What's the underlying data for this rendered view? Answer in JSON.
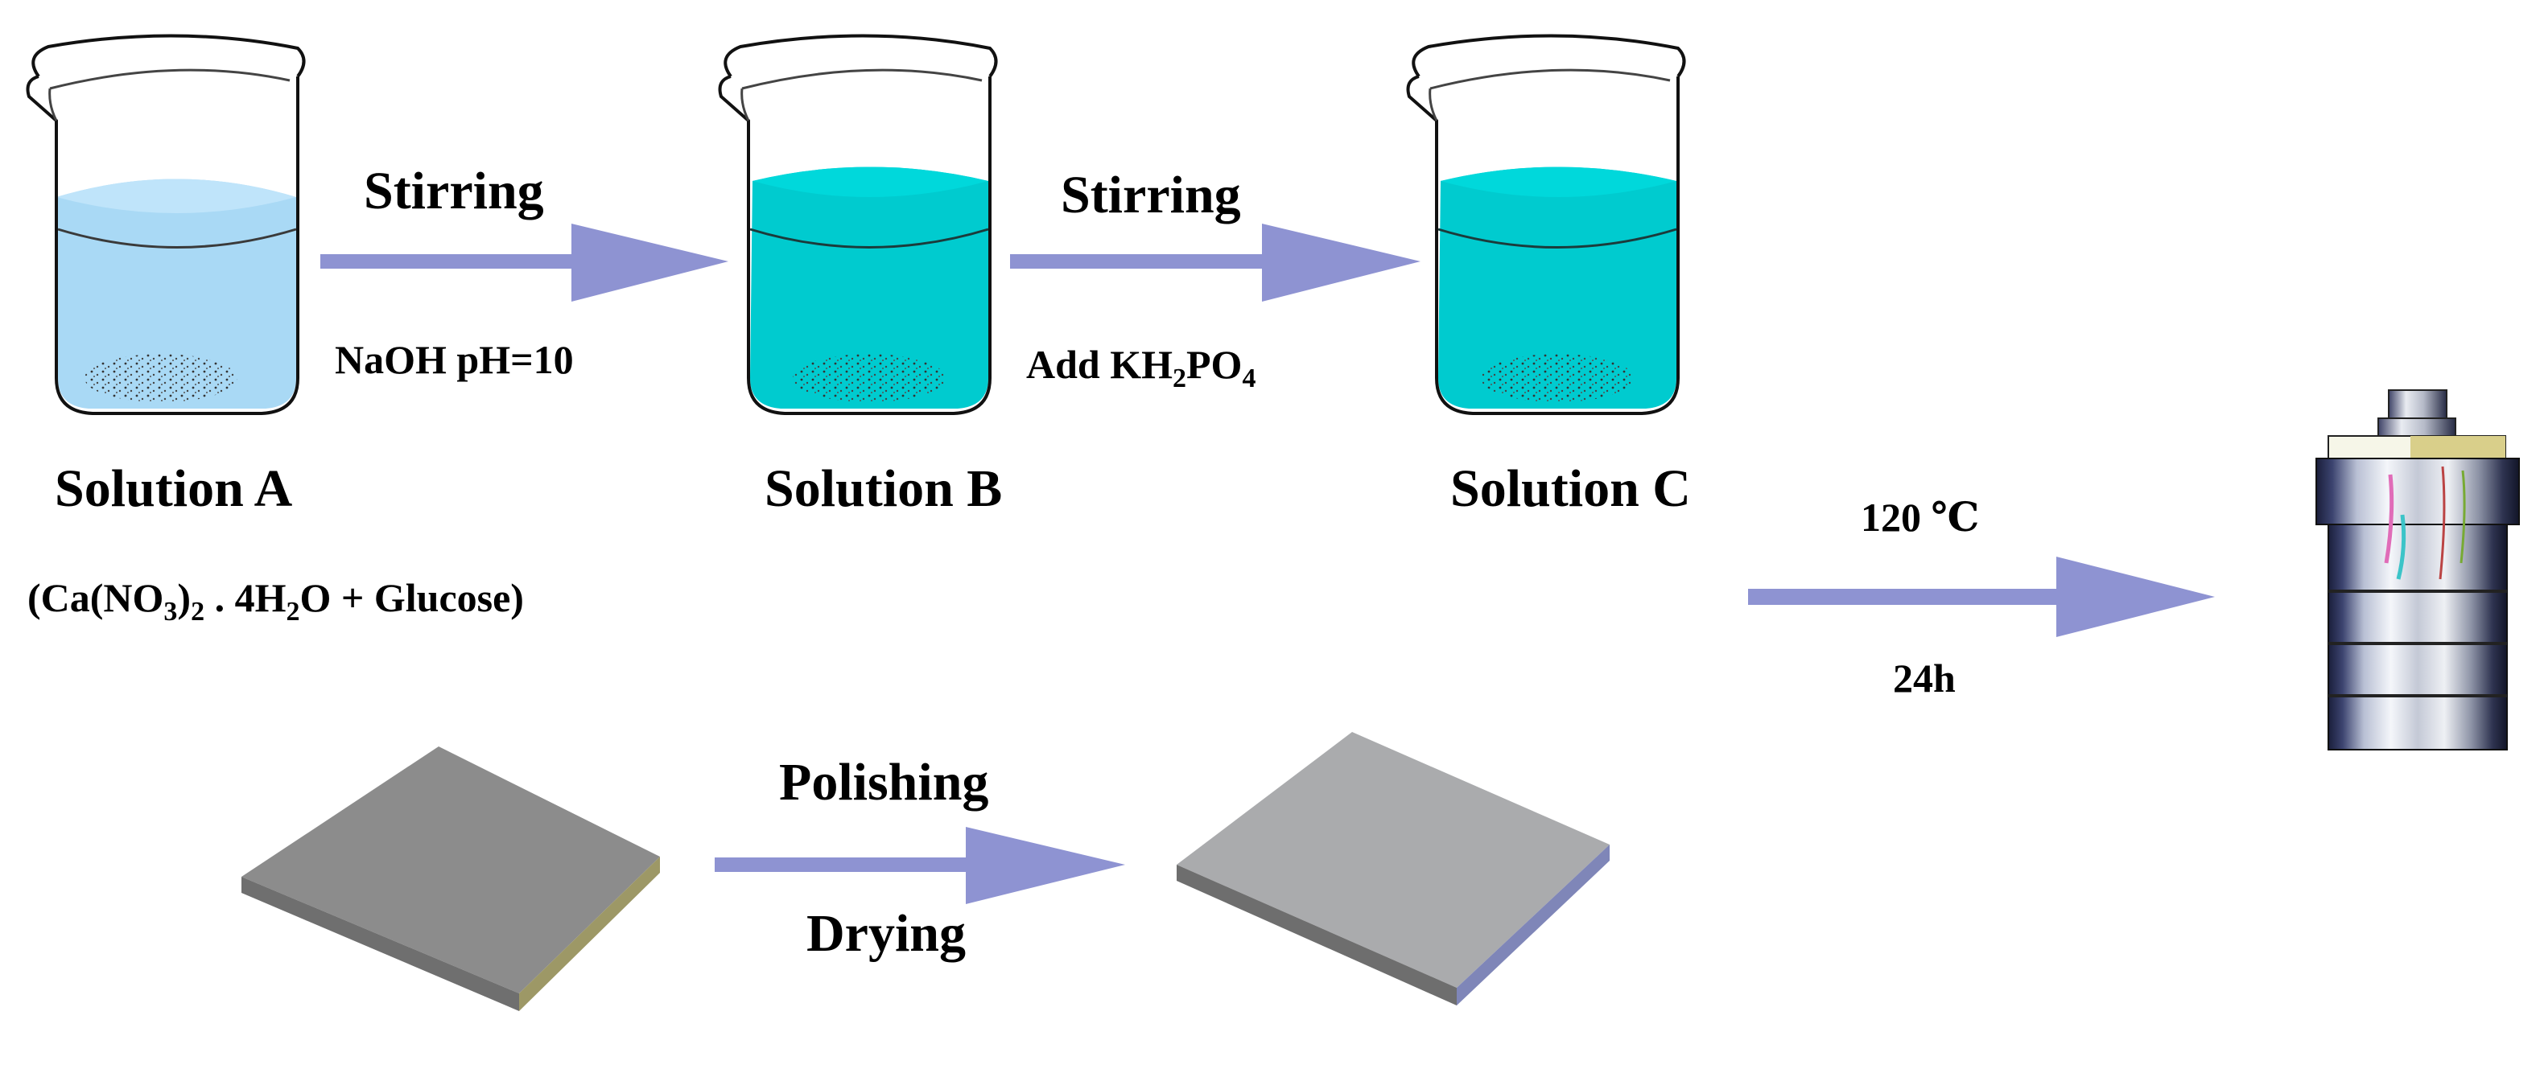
{
  "colors": {
    "arrow": "#8e93d2",
    "solution_a": "#a9d9f5",
    "solution_a_top": "#bfe4fa",
    "solution_bc": "#00cbcf",
    "solution_bc_top": "#00d8db",
    "substrate_raw": "#8c8c8c",
    "substrate_polished": "#aaabad"
  },
  "beakers": [
    {
      "label": "Solution A",
      "composition": {
        "p1": "(Ca(NO",
        "s1": "3",
        "p2": ")",
        "s2": "2",
        "p3": " . 4H",
        "s3": "2",
        "p4": "O + Glucose)"
      }
    },
    {
      "label": "Solution B"
    },
    {
      "label": "Solution C"
    }
  ],
  "steps": {
    "a_to_b": {
      "top": "Stirring",
      "bottom": "NaOH pH=10"
    },
    "b_to_c": {
      "top": "Stirring",
      "bottom": {
        "p1": "Add KH",
        "s1": "2",
        "p2": "PO",
        "s2": "4"
      }
    },
    "hydrothermal": {
      "top": "120 ℃",
      "bottom": "24h"
    },
    "substrate": {
      "top": "Polishing",
      "bottom": "Drying"
    }
  },
  "icons": [
    "beaker-icon",
    "arrow-icon",
    "autoclave-icon",
    "substrate-plate-icon"
  ]
}
